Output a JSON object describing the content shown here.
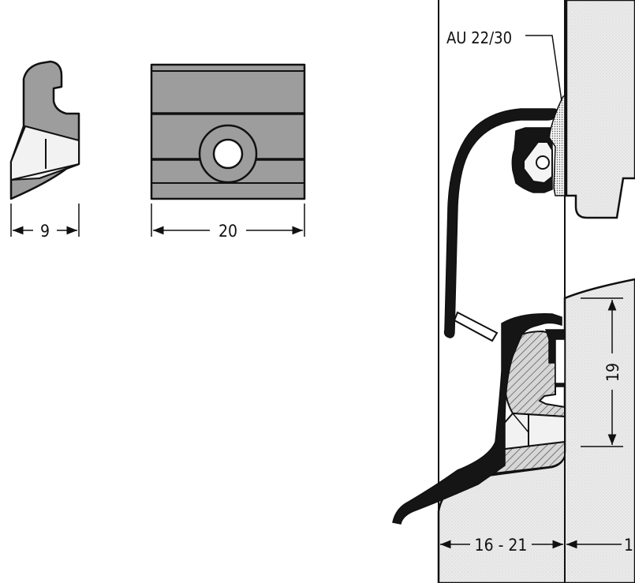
{
  "labels": {
    "sealant": "AU 22/30",
    "width_clip_profile": "9",
    "width_clip_front": "20",
    "height_frame": "19",
    "gap_range": "16 - 21",
    "edge_partial": "1"
  },
  "colors": {
    "line": "#111111",
    "metal_grey": "#9a9a9a",
    "frame_light": "#e6e6e6",
    "sealant_dots": "#cfcfcf",
    "hatch": "#444444"
  }
}
